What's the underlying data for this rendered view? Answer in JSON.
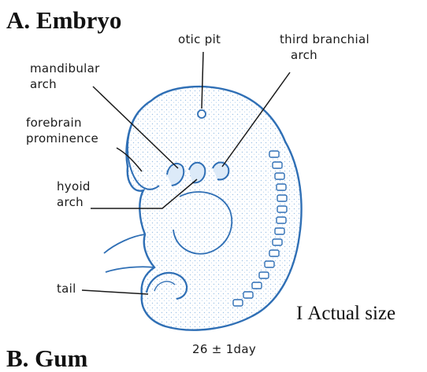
{
  "heading": "A. Embryo",
  "next_heading": "B. Gum",
  "labels": {
    "otic_pit": "otic pit",
    "third_branchial_line1": "third branchial",
    "third_branchial_line2": "arch",
    "mandibular_line1": "mandibular",
    "mandibular_line2": "arch",
    "forebrain_line1": "forebrain",
    "forebrain_line2": "prominence",
    "hyoid_line1": "hyoid",
    "hyoid_line2": "arch",
    "tail": "tail"
  },
  "scale": {
    "symbol": "I",
    "text": "Actual size"
  },
  "age": "26 ± 1day",
  "colors": {
    "embryo_outline": "#2f6fb5",
    "embryo_fill": "#eaf2fb",
    "stipple": "#9ec1e6",
    "leader_line": "#1a1a1a"
  }
}
